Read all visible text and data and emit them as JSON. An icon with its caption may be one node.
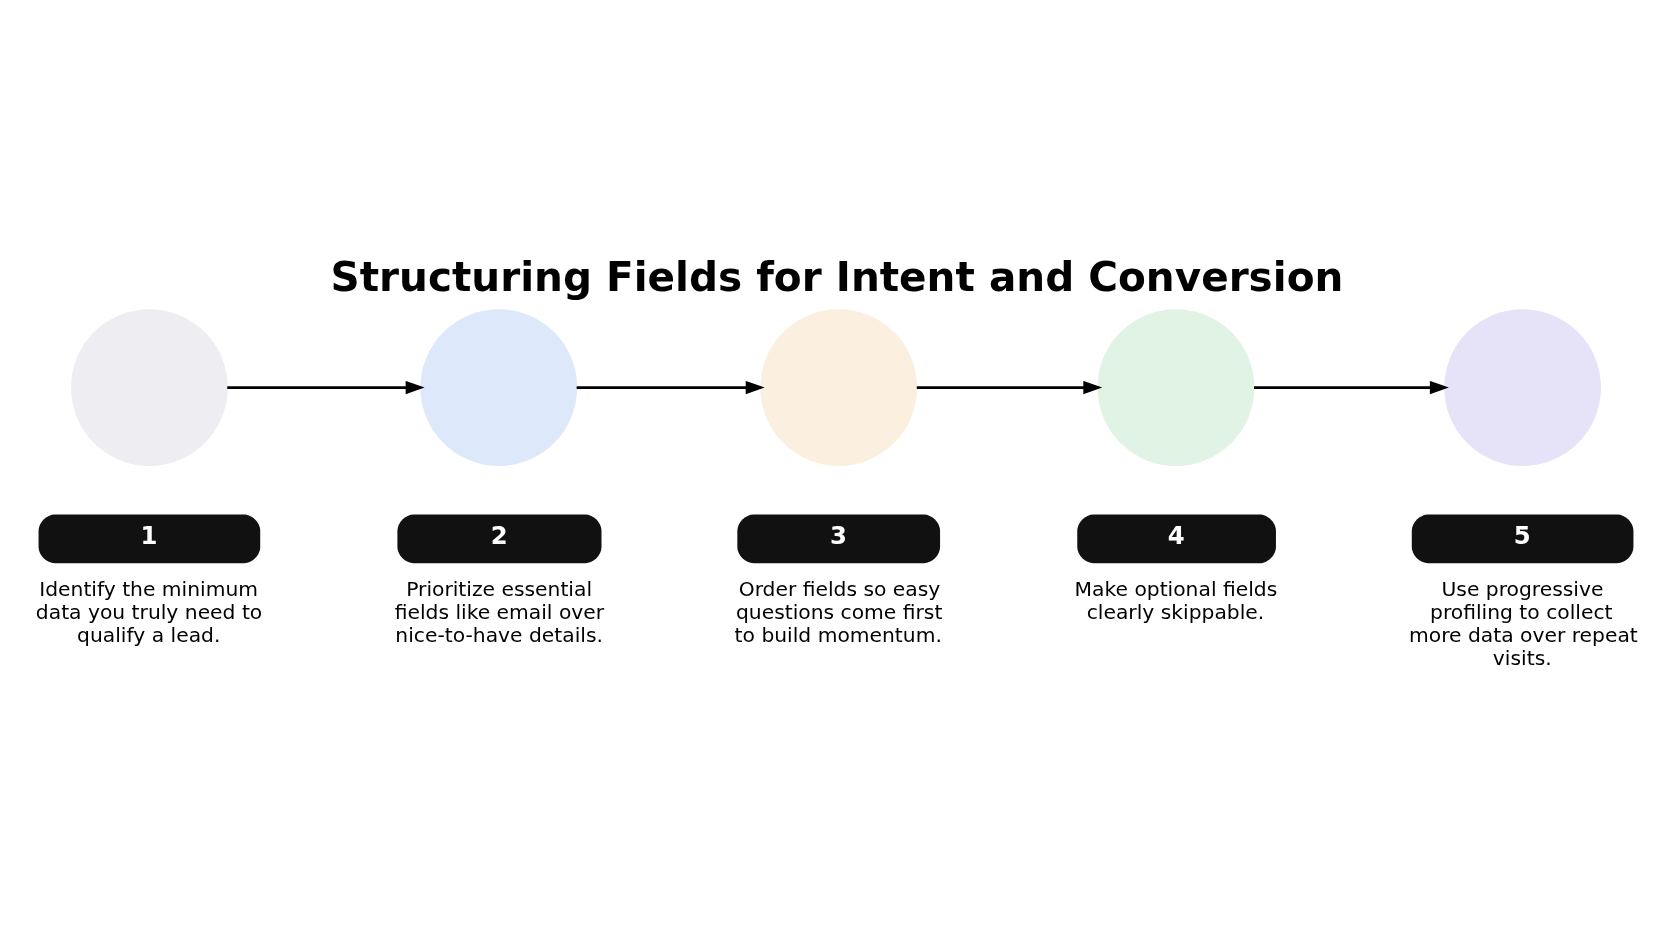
{
  "diagram": {
    "title": "Structuring Fields for Intent and Conversion",
    "nodes": [
      {
        "text": [],
        "shape": "circle",
        "beside": [
          "1",
          "Identify the minimum data you truly need to qualify a lead."
        ]
      },
      {
        "text": [],
        "shape": "circle",
        "beside": [
          "2",
          "Prioritize essential fields like email over nice-to-have details."
        ]
      },
      {
        "text": [],
        "shape": "circle",
        "beside": [
          "3",
          "Order fields so easy questions come first to build momentum."
        ]
      },
      {
        "text": [],
        "shape": "circle",
        "beside": [
          "4",
          "Make optional fields clearly skippable."
        ]
      },
      {
        "text": [],
        "shape": "circle",
        "beside": [
          "5",
          "Use progressive profiling to collect more data over repeat visits."
        ]
      }
    ],
    "edges": [
      {
        "from": 0,
        "to": 1,
        "arrow": "to"
      },
      {
        "from": 1,
        "to": 2,
        "arrow": "to"
      },
      {
        "from": 2,
        "to": 3,
        "arrow": "to"
      },
      {
        "from": 3,
        "to": 4,
        "arrow": "to"
      }
    ]
  }
}
